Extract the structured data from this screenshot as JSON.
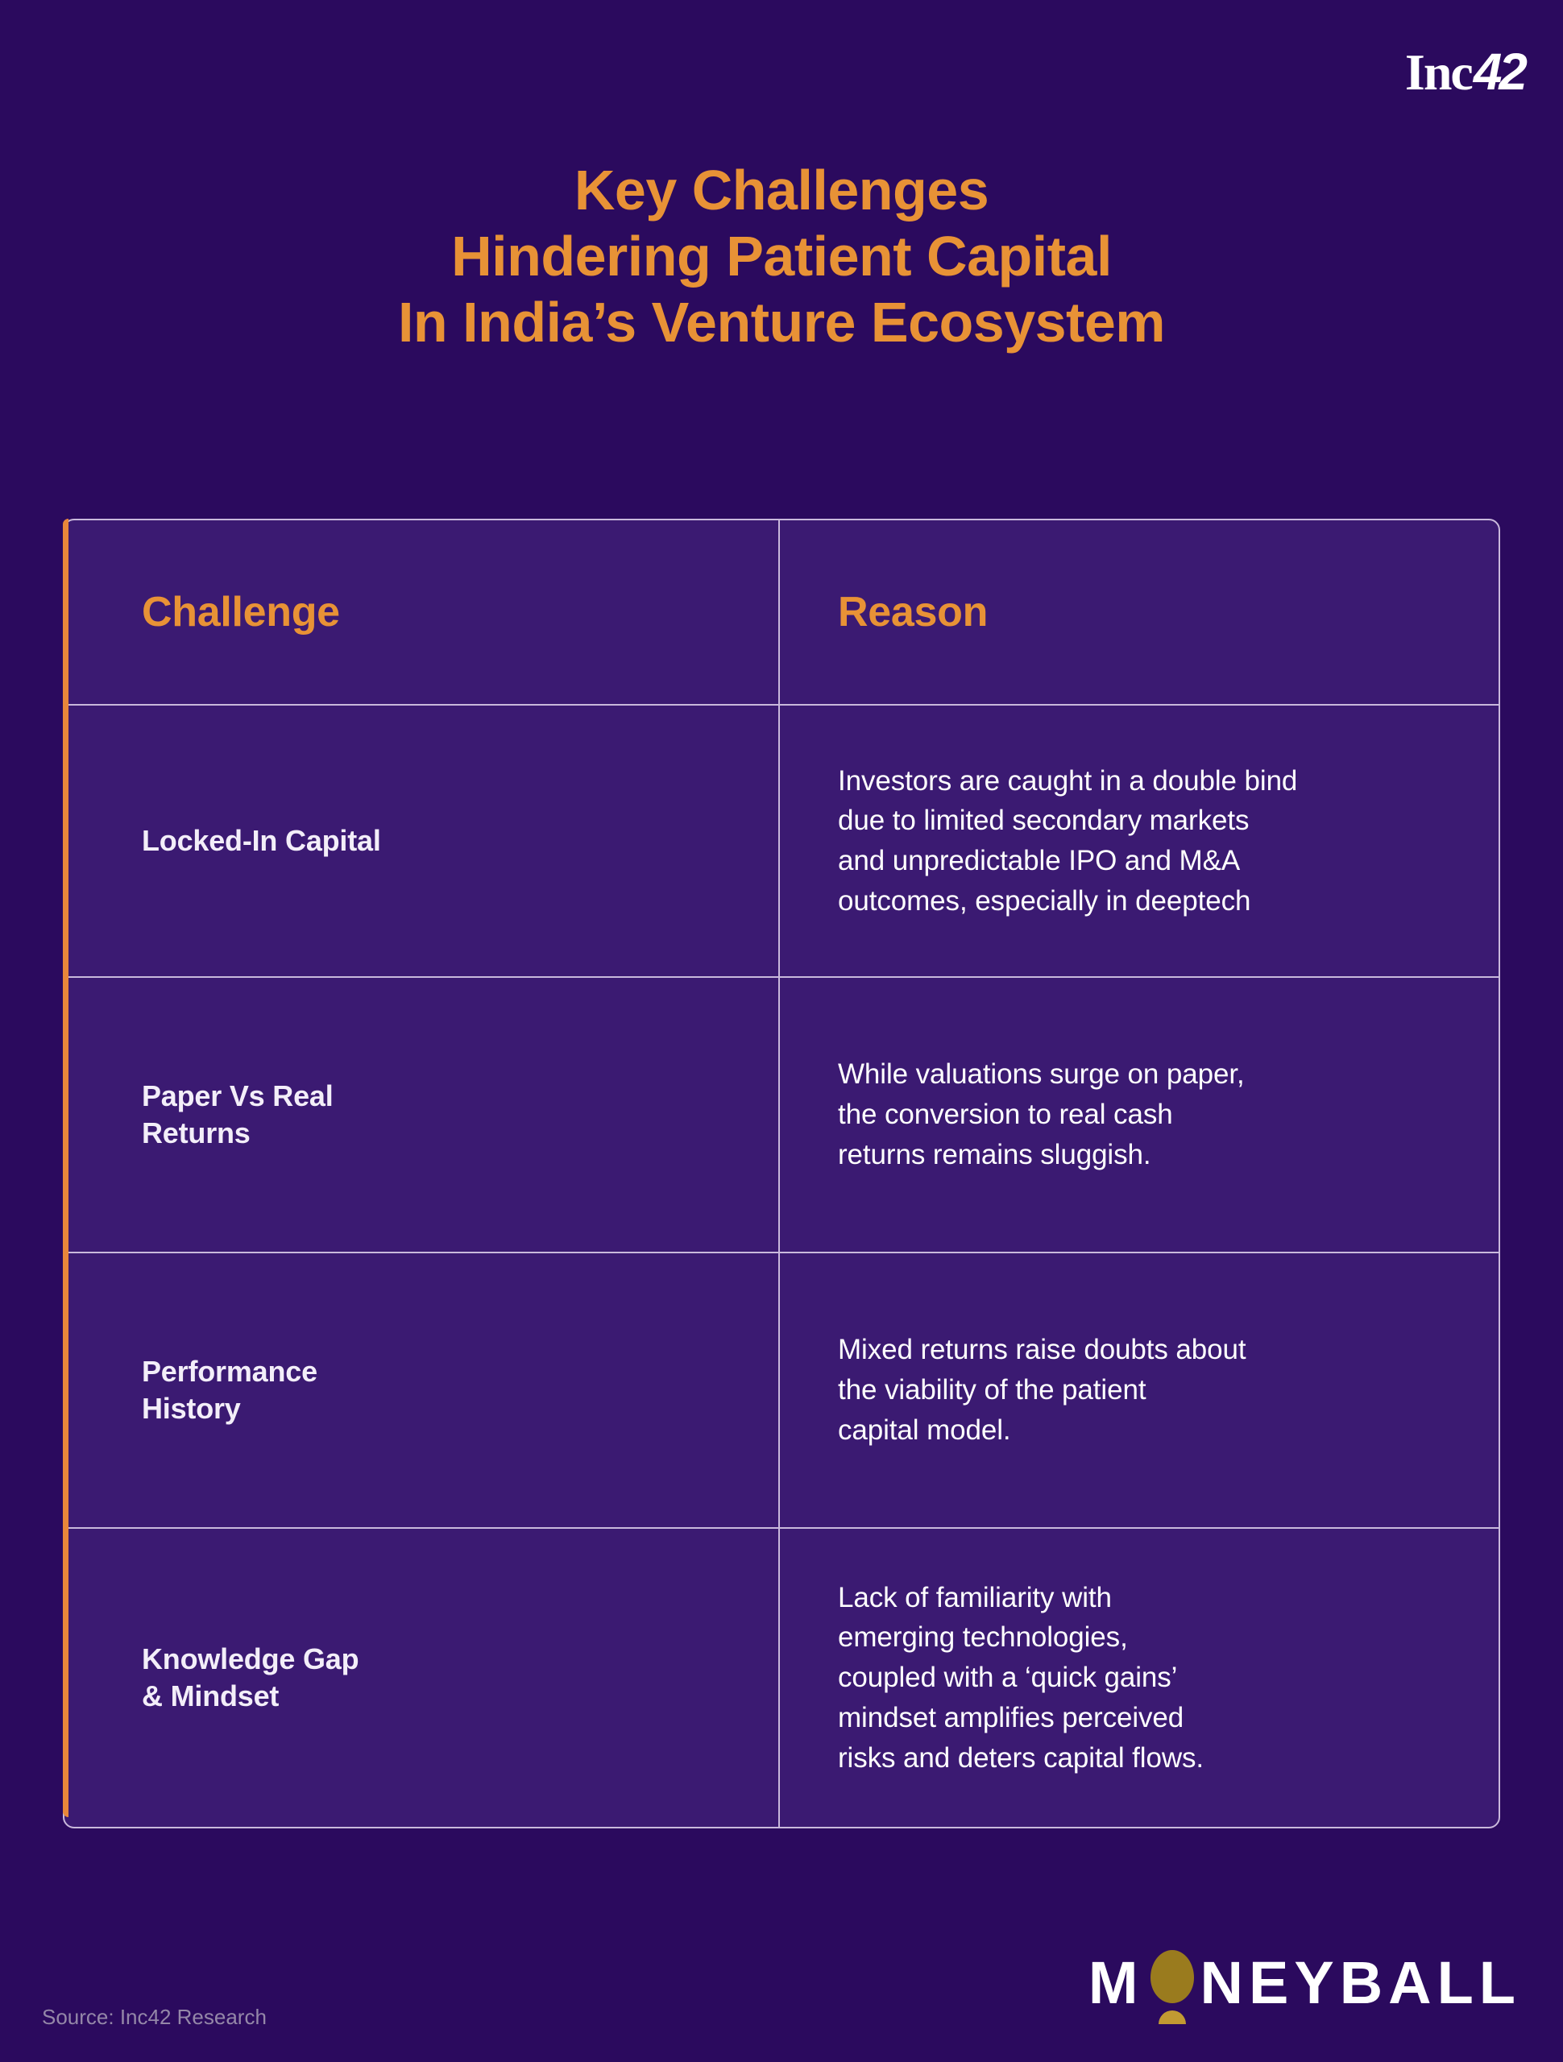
{
  "brand": {
    "logo_primary": "Inc",
    "logo_secondary": "42"
  },
  "title": {
    "line1": "Key Challenges",
    "line2": "Hindering Patient Capital",
    "line3": "In India’s Venture Ecosystem"
  },
  "table": {
    "columns": [
      "Challenge",
      "Reason"
    ],
    "rows": [
      {
        "challenge": "Locked-In Capital",
        "reason": "Investors are caught in a double bind\ndue to limited secondary markets\nand unpredictable IPO and M&A\noutcomes, especially in deeptech"
      },
      {
        "challenge": "Paper Vs Real\nReturns",
        "reason": "While valuations surge on paper,\nthe conversion to real cash\nreturns remains sluggish."
      },
      {
        "challenge": "Performance\nHistory",
        "reason": "Mixed returns raise doubts about\nthe viability of the patient\ncapital model."
      },
      {
        "challenge": "Knowledge Gap\n& Mindset",
        "reason": "Lack of familiarity with\nemerging technologies,\ncoupled with a ‘quick gains’\nmindset amplifies perceived\nrisks and deters capital flows."
      }
    ]
  },
  "footer": {
    "source": "Source: Inc42 Research",
    "partner_logo_part1": "M",
    "partner_logo_part2": "NEYBALL"
  },
  "colors": {
    "background": "#2B0A5E",
    "table_fill": "#3B1A72",
    "accent_orange": "#E89236",
    "accent_bar": "#E8873A",
    "border_light": "#C9B9DC",
    "text_white": "#FFFFFF",
    "source_text": "#9487A8",
    "logo_gold": "#9A7B1E",
    "logo_gold_base": "#C29A32"
  }
}
